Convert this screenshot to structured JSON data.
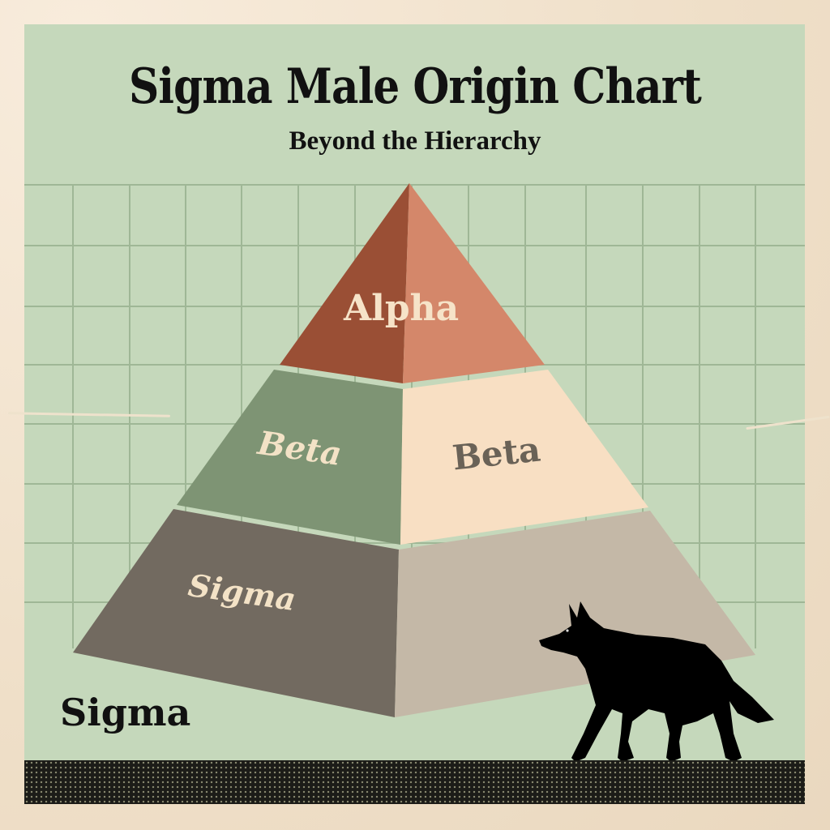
{
  "header": {
    "title": "Sigma Male Origin Chart",
    "subtitle": "Beyond the Hierarchy"
  },
  "pyramid": {
    "tiers": [
      {
        "name": "top",
        "label_left": "Alpha",
        "color_left": "#9a4f35",
        "color_right": "#d4876a"
      },
      {
        "name": "middle",
        "label_left": "Beta",
        "label_right": "Beta",
        "color_left": "#7e9474",
        "color_right": "#f8dfc3"
      },
      {
        "name": "bottom",
        "label_left": "Sigma",
        "color_left": "#726a60",
        "color_right": "#c4b8a7"
      }
    ]
  },
  "outside_label": "Sigma",
  "mascot": {
    "icon": "wolf-silhouette-icon",
    "color": "#000000"
  },
  "colors": {
    "background_panel": "#c5d8bb",
    "grid_line": "#9fb796",
    "paper": "#f3e6d2",
    "band": "#1c1c18",
    "tier_gap": "#bcd5bd"
  },
  "chart_data": {
    "type": "pyramid",
    "title": "Sigma Male Origin Chart",
    "subtitle": "Beyond the Hierarchy",
    "levels": [
      "Alpha",
      "Beta",
      "Beta",
      "Sigma"
    ],
    "annotations": [
      "Sigma"
    ]
  }
}
